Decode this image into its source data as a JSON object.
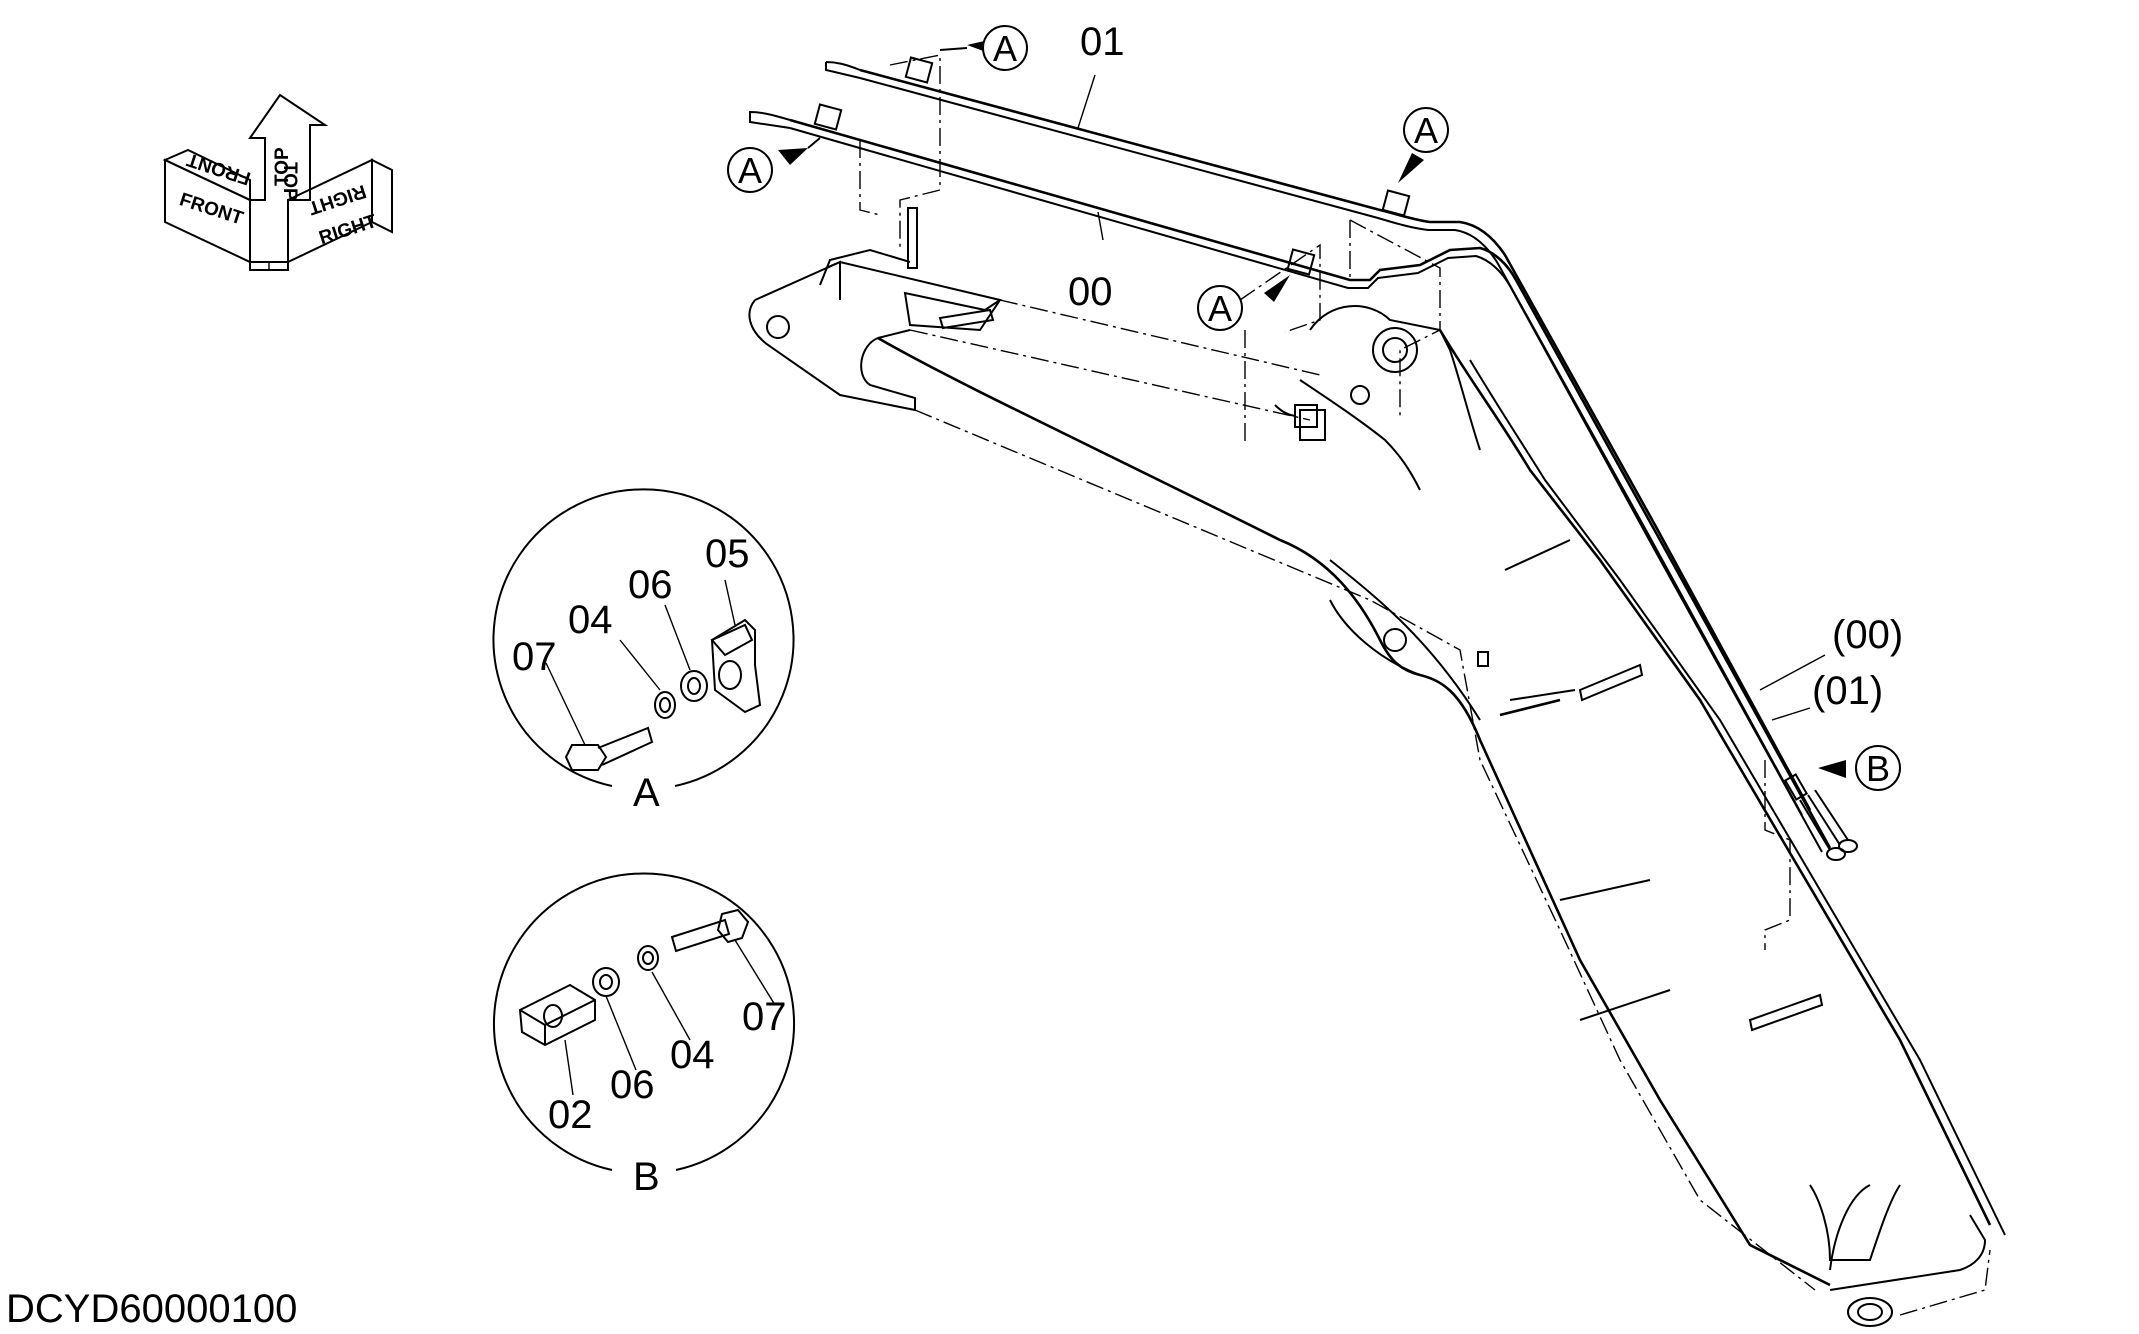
{
  "orientation": {
    "front": "FRONT",
    "top": "TOP",
    "right": "RIGHT",
    "front_mirror": "FRONT",
    "top_mirror": "TOP",
    "right_mirror": "RIGHT"
  },
  "part_labels": {
    "p00": "00",
    "p01": "01",
    "p00_ref": "(00)",
    "p01_ref": "(01)"
  },
  "callouts": {
    "a": "A",
    "b": "B"
  },
  "detail_a": {
    "title": "A",
    "parts": [
      "07",
      "04",
      "06",
      "05"
    ]
  },
  "detail_b": {
    "title": "B",
    "parts": [
      "07",
      "04",
      "06",
      "02"
    ]
  },
  "drawing_code": "DCYD60000100"
}
